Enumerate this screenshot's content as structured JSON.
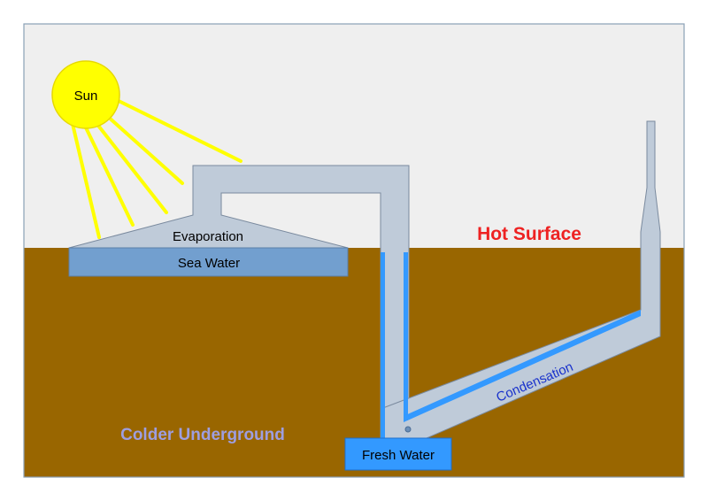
{
  "labels": {
    "sun": "Sun",
    "evaporation": "Evaporation",
    "sea_water": "Sea Water",
    "hot_surface": "Hot Surface",
    "colder_underground": "Colder Underground",
    "condensation": "Condensation",
    "fresh_water": "Fresh Water"
  },
  "colors": {
    "sky": "#efefef",
    "ground": "#996600",
    "pipe": "#bfcbd9",
    "pipe_outline": "#7a8a9e",
    "water": "#3399ff",
    "sea_water": "#729fcf",
    "sun": "#ffff00",
    "sun_outline": "#e6d800",
    "sun_rays": "#ffff00",
    "hot_surface_text": "#ee2222",
    "colder_underground_text": "#9e9ee0",
    "condensation_text": "#1a33cc",
    "frame": "#8aa0b6"
  }
}
